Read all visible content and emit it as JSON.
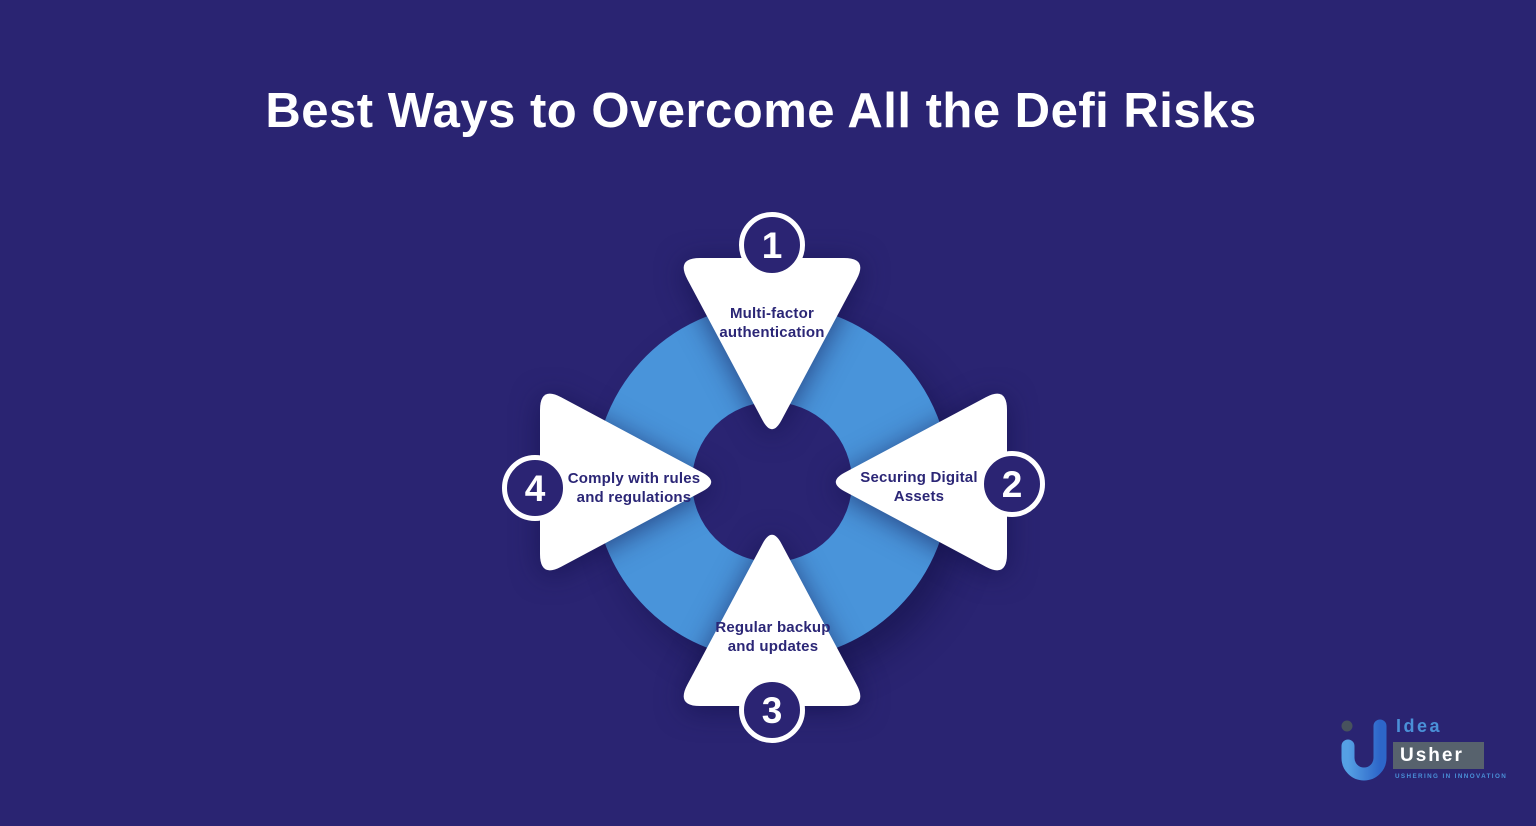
{
  "title": "Best Ways to Overcome All the Defi Risks",
  "colors": {
    "background": "#2a2472",
    "ring": "#4994da",
    "card": "#ffffff",
    "text_navy": "#2b2676",
    "badge_fill": "#2b2473",
    "logo_blue": "#4a90d8",
    "logo_box": "#57626d"
  },
  "steps": [
    {
      "number": "1",
      "line1": "Multi-factor",
      "line2": "authentication",
      "position": "top"
    },
    {
      "number": "2",
      "line1": "Securing Digital",
      "line2": "Assets",
      "position": "right"
    },
    {
      "number": "3",
      "line1": "Regular backup",
      "line2": "and updates",
      "position": "bottom"
    },
    {
      "number": "4",
      "line1": "Comply with rules",
      "line2": "and regulations",
      "position": "left"
    }
  ],
  "logo": {
    "brand_top": "Idea",
    "brand_bottom": "Usher",
    "tagline": "USHERING IN INNOVATION"
  }
}
